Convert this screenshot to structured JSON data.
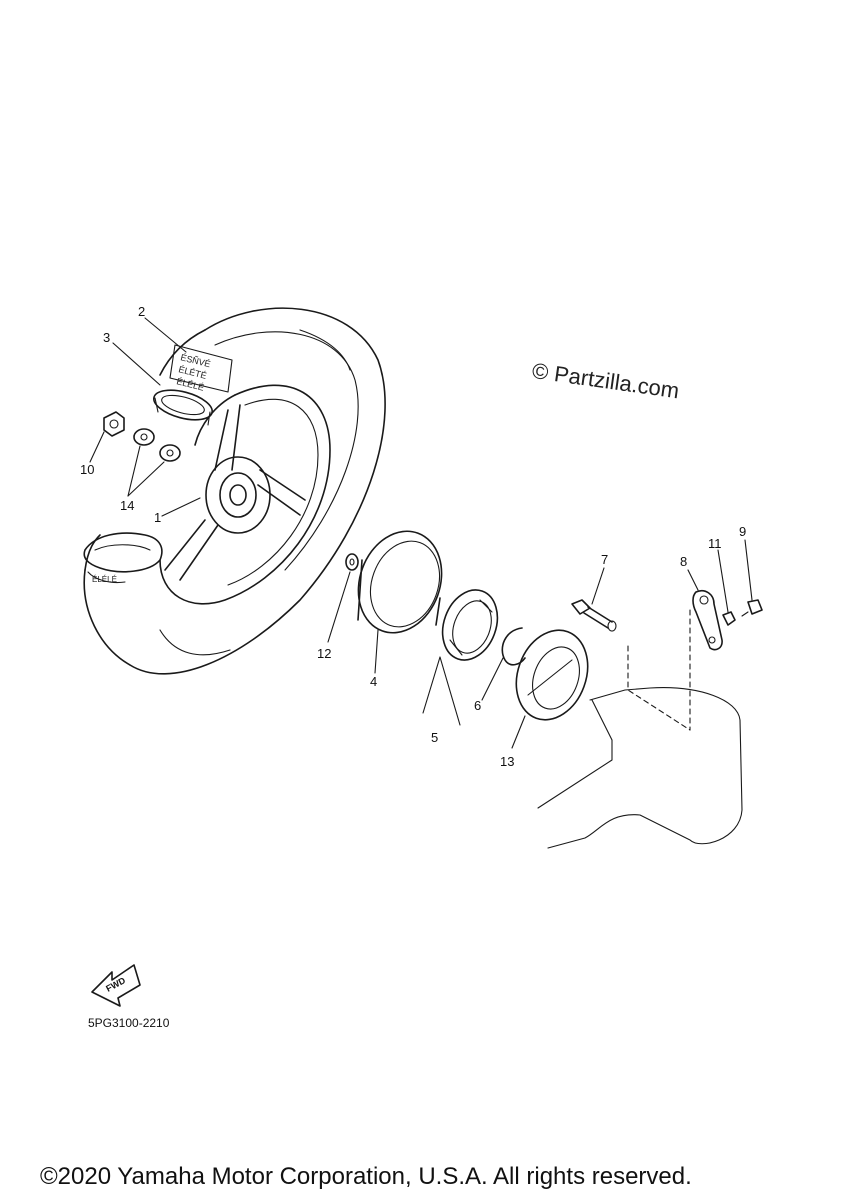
{
  "watermark": "© Partzilla.com",
  "figure_code": "5PG3100-2210",
  "fwd_label": "FWD",
  "copyright": "©2020 Yamaha Motor Corporation, U.S.A. All rights reserved.",
  "callouts": [
    {
      "id": "1",
      "label": "1"
    },
    {
      "id": "2",
      "label": "2"
    },
    {
      "id": "3",
      "label": "3"
    },
    {
      "id": "4",
      "label": "4"
    },
    {
      "id": "5",
      "label": "5"
    },
    {
      "id": "6",
      "label": "6"
    },
    {
      "id": "7",
      "label": "7"
    },
    {
      "id": "8",
      "label": "8"
    },
    {
      "id": "9",
      "label": "9"
    },
    {
      "id": "10",
      "label": "10"
    },
    {
      "id": "11",
      "label": "11"
    },
    {
      "id": "12",
      "label": "12"
    },
    {
      "id": "13",
      "label": "13"
    },
    {
      "id": "14",
      "label": "14"
    }
  ]
}
